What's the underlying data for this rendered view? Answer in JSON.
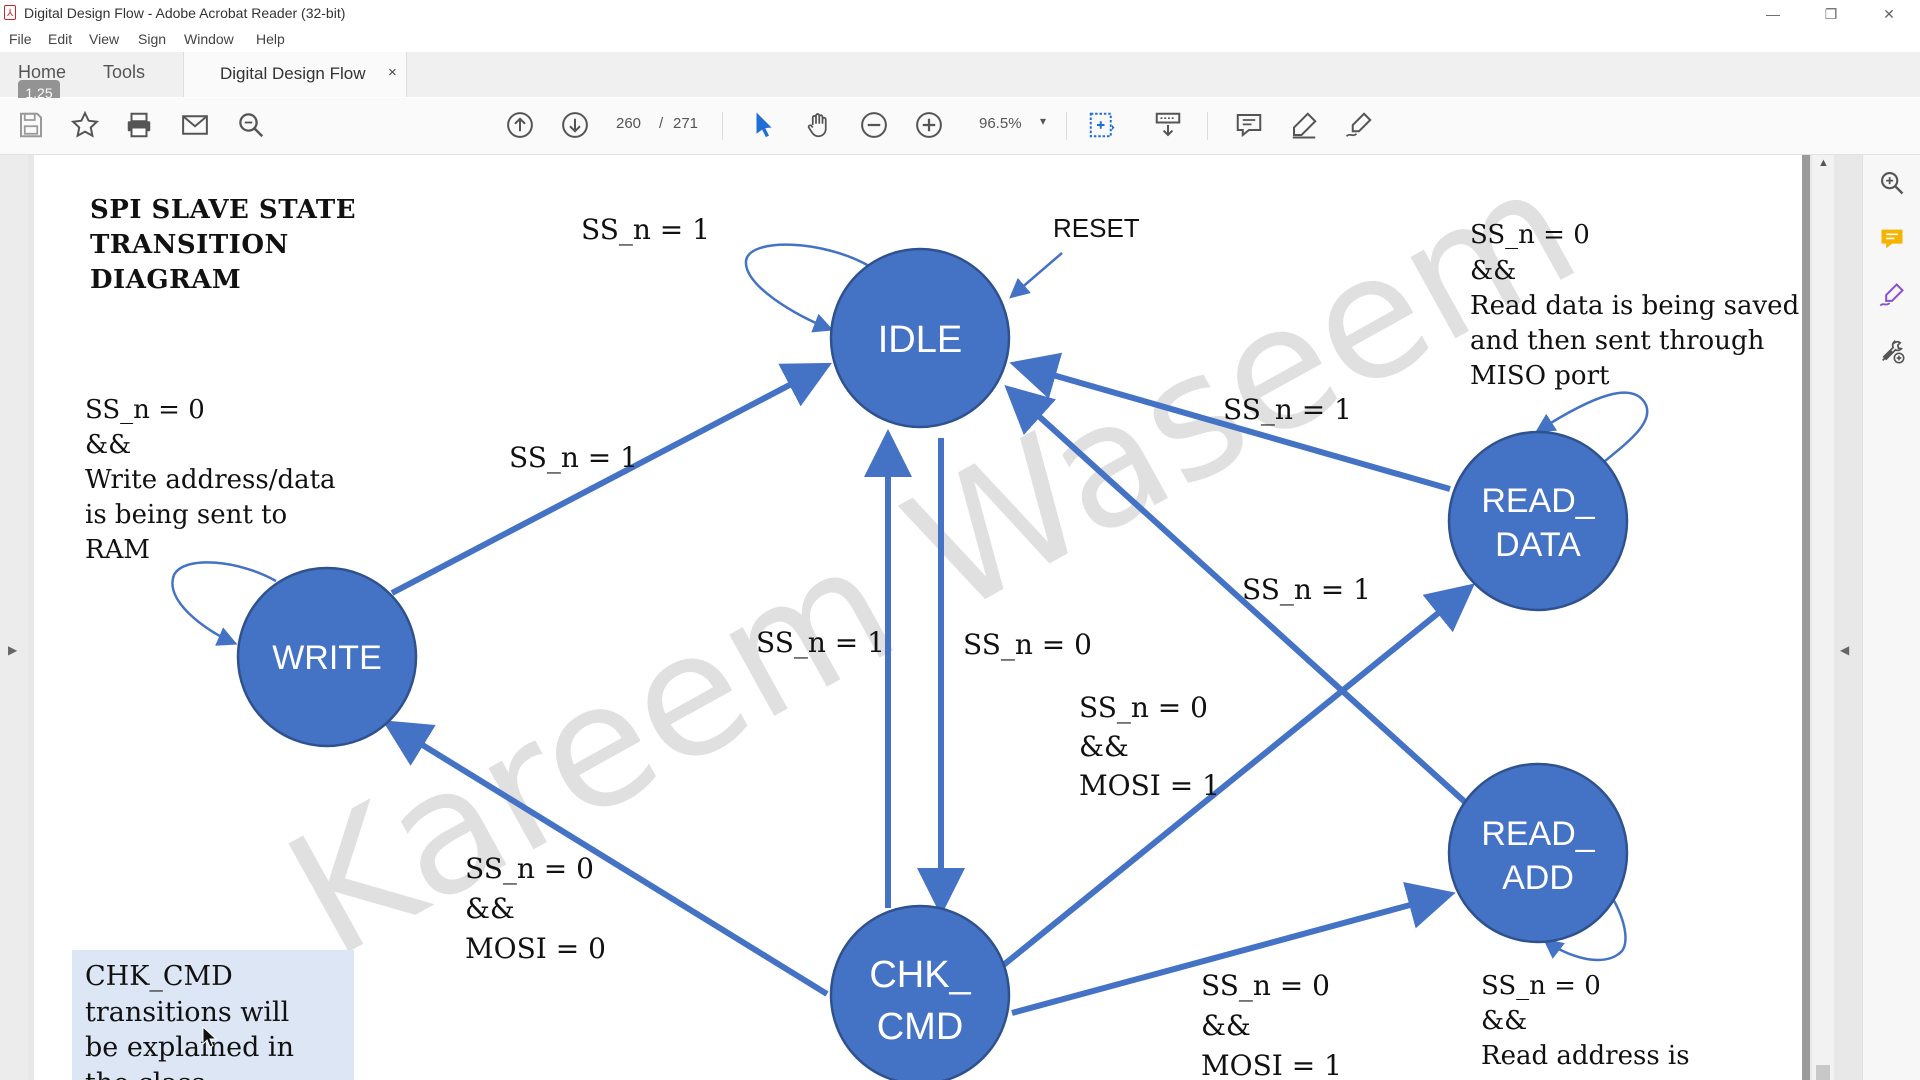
{
  "window": {
    "title": "Digital Design Flow - Adobe Acrobat Reader (32-bit)",
    "controls": [
      "—",
      "❐",
      "✕"
    ]
  },
  "menu": [
    "File",
    "Edit",
    "View",
    "Sign",
    "Window",
    "Help"
  ],
  "tabs": {
    "home": "Home",
    "tools": "Tools",
    "document": "Digital Design Flow",
    "close": "×"
  },
  "speed_badge": "1.25",
  "toolbar": {
    "page_current": "260",
    "page_sep": "/",
    "page_total": "271",
    "zoom": "96.5%",
    "zoom_caret": "▾"
  },
  "diagram": {
    "title": [
      "SPI SLAVE STATE",
      "TRANSITION",
      "DIAGRAM"
    ],
    "states": {
      "idle": "IDLE",
      "write": "WRITE",
      "read_data": [
        "READ_",
        "DATA"
      ],
      "read_add": [
        "READ_",
        "ADD"
      ],
      "chk_cmd": [
        "CHK_",
        "CMD"
      ]
    },
    "labels": {
      "idle_self": "SS_n = 1",
      "reset": "RESET",
      "write_to_idle": "SS_n = 1",
      "readdata_to_idle": "SS_n = 1",
      "readadd_to_idle": "SS_n = 1",
      "chk_to_idle": "SS_n = 1",
      "idle_to_chk": "SS_n = 0",
      "write_self": [
        "SS_n = 0",
        "&&",
        "Write address/data",
        "is being sent to",
        "RAM"
      ],
      "readdata_self": [
        "SS_n = 0",
        "&&",
        "Read data is being saved",
        "and then sent through",
        "MISO port"
      ],
      "chk_to_readdata": [
        "SS_n = 0",
        "&&",
        "MOSI = 1"
      ],
      "chk_to_write": [
        "SS_n = 0",
        "&&",
        "MOSI = 0"
      ],
      "chk_to_readadd": [
        "SS_n = 0",
        "&&",
        "MOSI = 1"
      ],
      "readadd_self": [
        "SS_n = 0",
        "&&",
        "Read address is"
      ]
    },
    "note": [
      "CHK_CMD",
      "transitions will",
      "be explained in",
      "the class"
    ],
    "watermark": "Kareem Waseem",
    "colors": {
      "state_fill": "#4472C4",
      "state_stroke": "#2f528f",
      "arrow": "#4472C4"
    }
  }
}
